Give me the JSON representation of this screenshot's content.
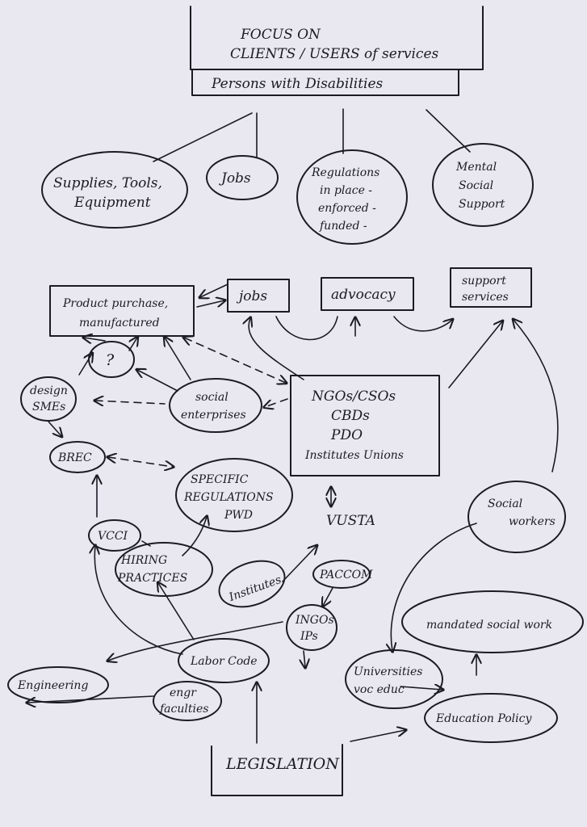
{
  "title": {
    "line1": "FOCUS ON",
    "line2": "CLIENTS / USERS of services",
    "subtitle": "Persons with Disabilities"
  },
  "needs": {
    "supplies": [
      "Supplies, Tools,",
      "Equipment"
    ],
    "jobs": "Jobs",
    "regulations": [
      "Regulations",
      "in place -",
      "enforced -",
      "funded -"
    ],
    "mental": [
      "Mental",
      "Social",
      "Support"
    ]
  },
  "services": {
    "product": [
      "Product purchase,",
      "manufactured"
    ],
    "jobs": "jobs",
    "advocacy": "advocacy",
    "support": [
      "support",
      "services"
    ]
  },
  "actors": {
    "question": "?",
    "design_smes": [
      "design",
      "SMEs"
    ],
    "social_enterprises": [
      "social",
      "enterprises"
    ],
    "ngos": [
      "NGOs/CSOs",
      "CBDs",
      "PDO",
      "Institutes Unions"
    ],
    "brec": "BREC",
    "specific_regs": [
      "SPECIFIC",
      "REGULATIONS",
      "PWD"
    ],
    "vusta": "VUSTA",
    "vcci": "VCCI",
    "hiring": [
      "HIRING",
      "PRACTICES"
    ],
    "institutes": "Institutes",
    "paccom": "PACCOM",
    "ingos": [
      "INGOs",
      "IPs"
    ],
    "social_workers": [
      "Social",
      "workers"
    ],
    "mandated": "mandated social work",
    "labor_code": "Labor Code",
    "universities": [
      "Universities",
      "voc educ"
    ],
    "engineering": "Engineering",
    "engr_faculties": [
      "engr",
      "faculties"
    ],
    "education_policy": "Education Policy",
    "legislation": "LEGISLATION"
  }
}
